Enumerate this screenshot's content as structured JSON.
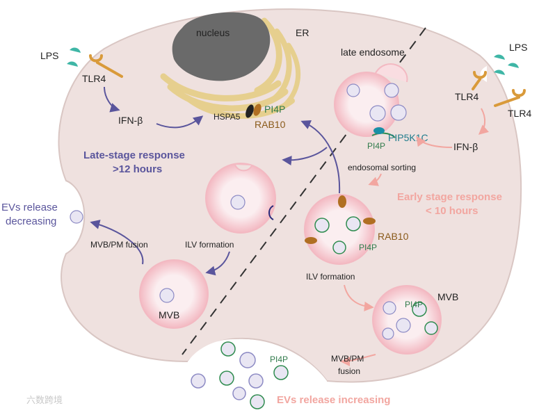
{
  "labels": {
    "nucleus": "nucleus",
    "er": "ER",
    "lps_left": "LPS",
    "tlr4_left": "TLR4",
    "ifnb_left": "IFN-β",
    "hspa5": "HSPA5",
    "pi4p_top": "PI4P",
    "rab10_top": "RAB10",
    "late_endosome": "late endosome",
    "lps_right": "LPS",
    "tlr4_right_a": "TLR4",
    "tlr4_right_b": "TLR4",
    "pip5k1c": "PIP5K1C",
    "pi4p_endo": "PI4P",
    "ifnb_right": "IFN-β",
    "endosomal_sorting": "endosomal sorting",
    "late_stage_line1": "Late-stage response",
    "late_stage_line2": ">12 hours",
    "early_stage_line1": "Early stage response",
    "early_stage_line2": "< 10 hours",
    "evs_decreasing_line1": "EVs release",
    "evs_decreasing_line2": "decreasing",
    "mvb_pm_fusion_left": "MVB/PM fusion",
    "ilv_formation_left": "ILV formation",
    "rab10_mid": "RAB10",
    "pi4p_mid": "PI4P",
    "ilv_formation_right": "ILV formation",
    "mvb_left": "MVB",
    "mvb_right": "MVB",
    "pi4p_mvb": "PI4P",
    "mvb_pm_fusion_right_line1": "MVB/PM",
    "mvb_pm_fusion_right_line2": "fusion",
    "pi4p_ev": "PI4P",
    "evs_increasing": "EVs release increasing",
    "watermark": "六数跨境"
  },
  "colors": {
    "cell": "#efe1df",
    "cell_edge": "#d9c6c3",
    "vesicle": "#f5c9cf",
    "vesicle_inner": "#fbe7ea",
    "ilv": "#e9e6f3",
    "ilv_edge": "#8c8ac4",
    "late_purple": "#5a559c",
    "early_pink": "#f2a6a0",
    "nucleus": "#6a6a6a",
    "er": "#e6cf8e",
    "lps": "#3fb6a6",
    "tlr4": "#d99a3a",
    "rab10": "#b06f22",
    "pi4p_green": "#2f8c4f",
    "pip5k1c_teal": "#1a8fa6"
  }
}
